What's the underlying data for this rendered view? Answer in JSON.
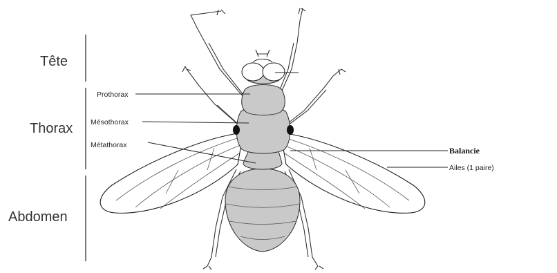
{
  "regions": {
    "tete": "Tête",
    "thorax": "Thorax",
    "abdomen": "Abdomen"
  },
  "parts": {
    "prothorax": "Prothorax",
    "mesothorax": "Mésothorax",
    "metathorax": "Métathorax",
    "balancier": "Balancie",
    "ailes": "Ailes (1 paire)"
  },
  "colors": {
    "body": "#c9c9c9",
    "line": "#1a1a1a",
    "background": "#ffffff"
  }
}
